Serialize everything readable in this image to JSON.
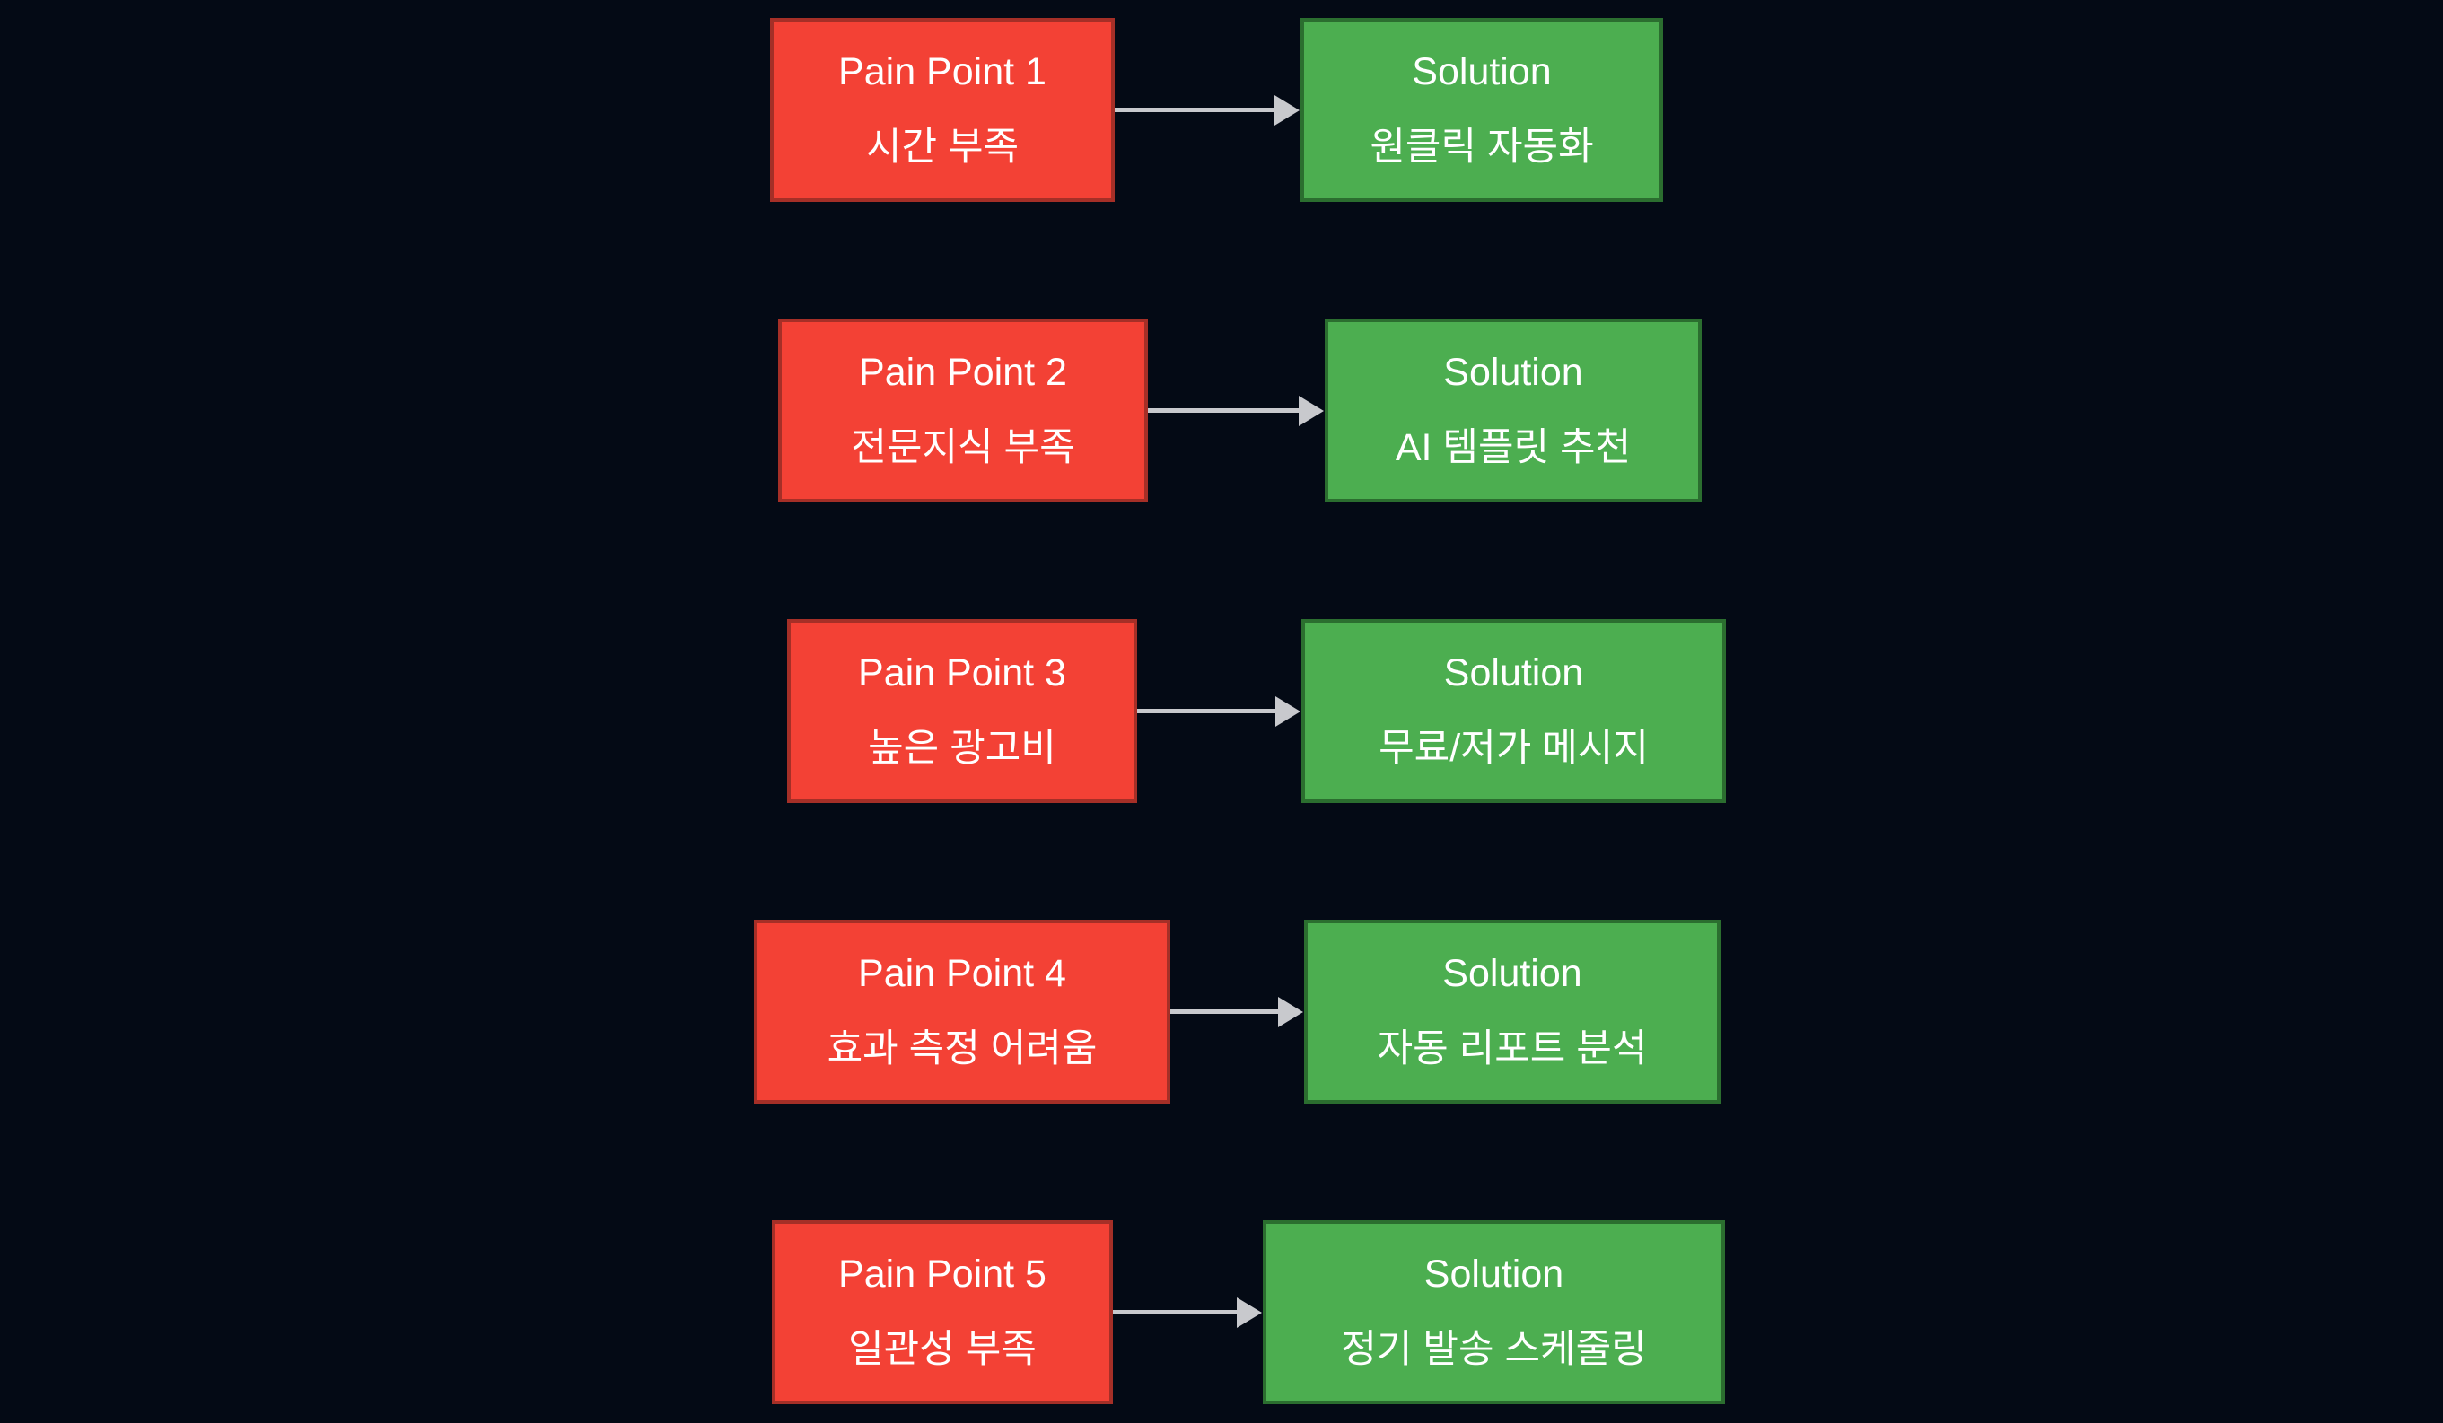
{
  "page": {
    "background": "#040a15"
  },
  "colors": {
    "pain_fill": "#f34135",
    "pain_border": "#a52f27",
    "solution_fill": "#4cae50",
    "solution_border": "#2b6e2f",
    "arrow": "#c8c9cd",
    "text": "#ffffff"
  },
  "rows": [
    {
      "pain": {
        "title": "Pain Point 1",
        "subtitle": "시간 부족"
      },
      "solution": {
        "title": "Solution",
        "subtitle": "원클릭 자동화"
      }
    },
    {
      "pain": {
        "title": "Pain Point 2",
        "subtitle": "전문지식 부족"
      },
      "solution": {
        "title": "Solution",
        "subtitle": "AI 템플릿 추천"
      }
    },
    {
      "pain": {
        "title": "Pain Point 3",
        "subtitle": "높은 광고비"
      },
      "solution": {
        "title": "Solution",
        "subtitle": "무료/저가 메시지"
      }
    },
    {
      "pain": {
        "title": "Pain Point 4",
        "subtitle": "효과 측정 어려움"
      },
      "solution": {
        "title": "Solution",
        "subtitle": "자동 리포트 분석"
      }
    },
    {
      "pain": {
        "title": "Pain Point 5",
        "subtitle": "일관성 부족"
      },
      "solution": {
        "title": "Solution",
        "subtitle": "정기 발송 스케줄링"
      }
    }
  ]
}
